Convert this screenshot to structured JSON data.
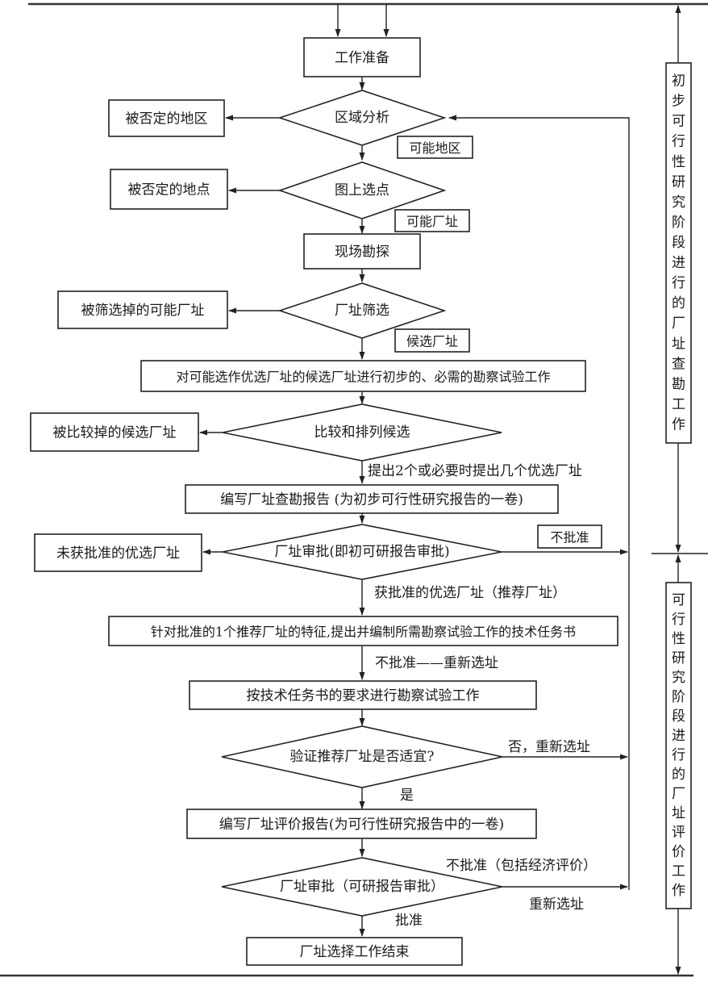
{
  "title": "厂址选择工作流程图",
  "nodes": {
    "prep": "工作准备",
    "region_analysis": "区域分析",
    "rejected_region": "被否定的地区",
    "possible_region": "可能地区",
    "map_selection": "图上选点",
    "rejected_point": "被否定的地点",
    "possible_site": "可能厂址",
    "field_survey": "现场勘探",
    "site_screening": "厂址筛选",
    "screened_out": "被筛选掉的可能厂址",
    "candidate_site": "候选厂址",
    "prelim_survey": "对可能选作优选厂址的候选厂址进行初步的、必需的勘察试验工作",
    "compare_rank": "比较和排列候选",
    "compared_out": "被比较掉的候选厂址",
    "propose_label": "提出2个或必要时提出几个优选厂址",
    "survey_report": "编写厂址查勘报告 (为初步可行性研究报告的一卷)",
    "approval1": "厂址审批(即初可研报告审批)",
    "unapproved_preferred": "未获批准的优选厂址",
    "not_approved_box": "不批准",
    "approved_preferred": "获批准的优选厂址（推荐厂址）",
    "task_book": "针对批准的1个推荐厂址的特征,提出并编制所需勘察试验工作的技术任务书",
    "not_approved_reselect": "不批准——重新选址",
    "survey_work": "按技术任务书的要求进行勘察试验工作",
    "verify": "验证推荐厂址是否适宜?",
    "no_reselect": "否，重新选址",
    "yes": "是",
    "eval_report": "编写厂址评价报告(为可行性研究报告中的一卷)",
    "approval2": "厂址审批（可研报告审批）",
    "not_approved_econ": "不批准（包括经济评价）",
    "reselect": "重新选址",
    "approved": "批准",
    "end": "厂址选择工作结束"
  },
  "phases": [
    {
      "label": "初步可行性研究阶段进行的厂址查勘工作"
    },
    {
      "label": "可行性研究阶段进行的厂址评价工作"
    }
  ]
}
